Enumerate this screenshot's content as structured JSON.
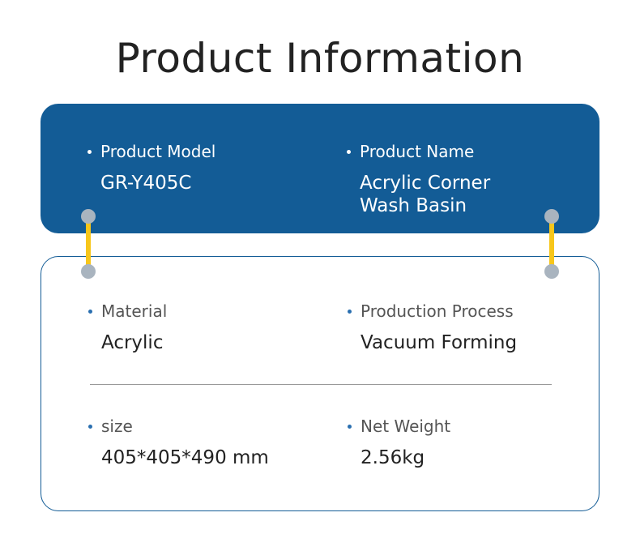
{
  "title": "Product Information",
  "header_card": {
    "fields": [
      {
        "label": "Product Model",
        "value": "GR-Y405C"
      },
      {
        "label": "Product Name",
        "value": "Acrylic Corner\nWash Basin"
      }
    ]
  },
  "details_card": {
    "fields": [
      {
        "label": "Material",
        "value": "Acrylic"
      },
      {
        "label": "Production Process",
        "value": "Vacuum Forming"
      },
      {
        "label": "size",
        "value": "405*405*490 mm"
      },
      {
        "label": "Net Weight",
        "value": "2.56kg"
      }
    ]
  },
  "colors": {
    "accent_blue": "#135c96",
    "connector_yellow": "#f7c61a",
    "connector_knob": "#a9b4bf"
  }
}
